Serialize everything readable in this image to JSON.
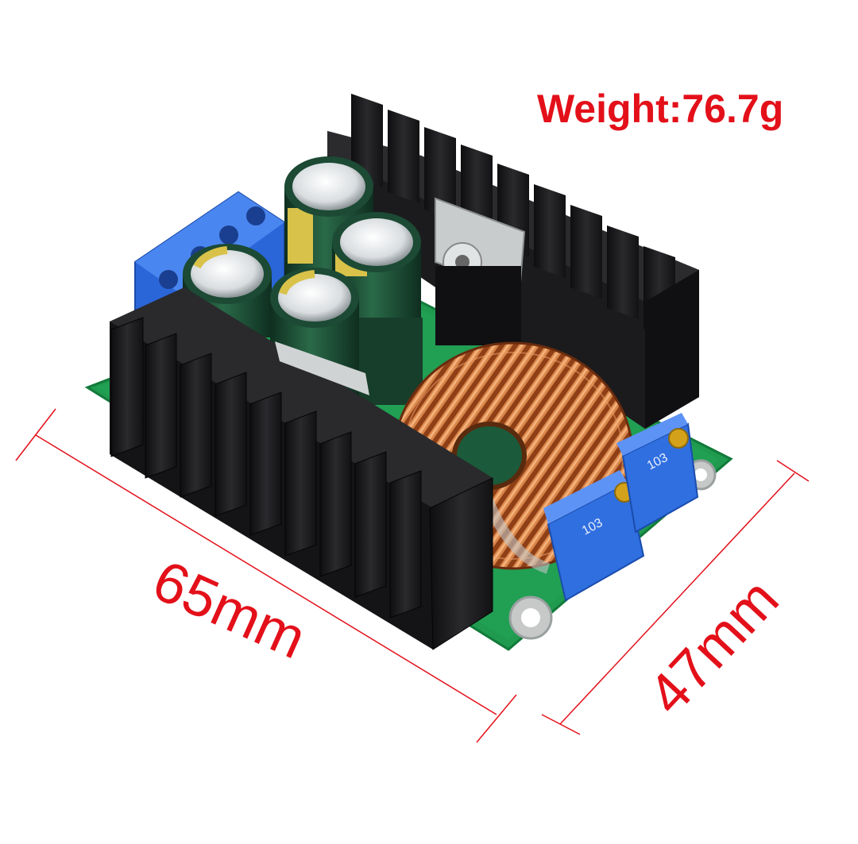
{
  "labels": {
    "weight": "Weight:76.7g",
    "length": "65mm",
    "width": "47mm"
  },
  "component_markings": {
    "trimmer_code": "103"
  },
  "colors": {
    "annotation_red": "#e3101a",
    "pcb_green": "#1f9a4f",
    "heatsink_black": "#1b1b1d",
    "capacitor_green": "#1c4a34",
    "terminal_blue": "#2a66d8",
    "copper": "#c4672a",
    "trimmer_blue": "#2f6fe0"
  }
}
